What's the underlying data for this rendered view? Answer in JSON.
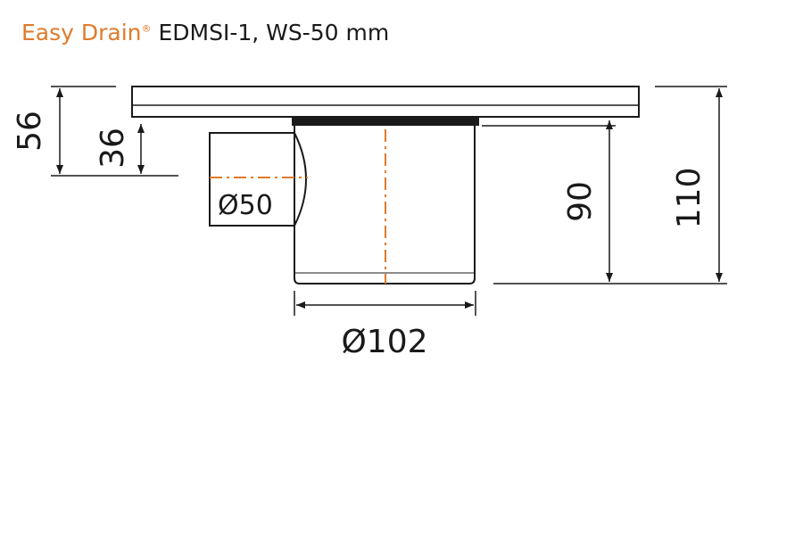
{
  "title": {
    "brand": "Easy Drain",
    "registered": "®",
    "model": "EDMSI-1, WS-50 mm"
  },
  "dimensions": {
    "total_height": "110",
    "body_height": "90",
    "frame_height": "56",
    "inlet_height": "36",
    "outlet_diameter": "Ø50",
    "body_diameter": "Ø102"
  },
  "colors": {
    "brand": "#e07a2b",
    "lines": "#1a1a1a",
    "centerline": "#e07a2b"
  }
}
